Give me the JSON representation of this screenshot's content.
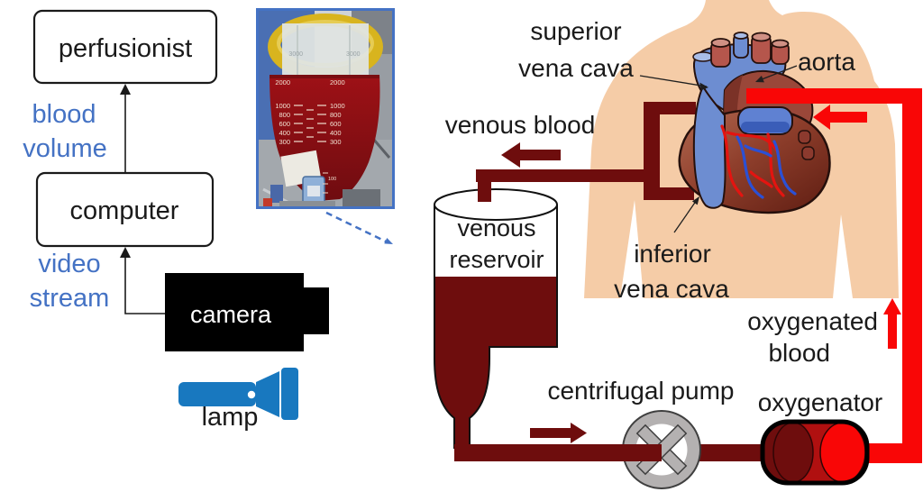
{
  "figure": {
    "flowchart": {
      "perfusionist": "perfusionist",
      "computer": "computer",
      "camera": "camera",
      "lamp": "lamp",
      "blood_volume": [
        "blood",
        "volume"
      ],
      "video_stream": [
        "video",
        "stream"
      ]
    },
    "photo": {
      "faint_scale": [
        "3000",
        "3000"
      ],
      "left_scale": [
        "2000",
        "1000",
        "800",
        "600",
        "400",
        "300"
      ],
      "right_scale": [
        "2000",
        "1000",
        "800",
        "600",
        "400",
        "300"
      ],
      "neck_scale": "100"
    },
    "circuit": {
      "superior_vena_cava": [
        "superior",
        "vena cava"
      ],
      "aorta": "aorta",
      "venous_blood": "venous blood",
      "venous_reservoir": [
        "venous",
        "reservoir"
      ],
      "inferior_vena_cava": [
        "inferior",
        "vena cava"
      ],
      "oxygenated_blood": [
        "oxygenated",
        "blood"
      ],
      "centrifugal_pump": "centrifugal pump",
      "oxygenator": "oxygenator"
    },
    "colors": {
      "venous_blood_dark_red": "#6E0D0D",
      "oxygenated_bright_red": "#F90606",
      "torso_skin": "#F5CCA7",
      "diagram_label_blue": "#4472C4",
      "lamp_blue": "#1878BF",
      "photo_frame_blue": "#4472C4"
    }
  }
}
